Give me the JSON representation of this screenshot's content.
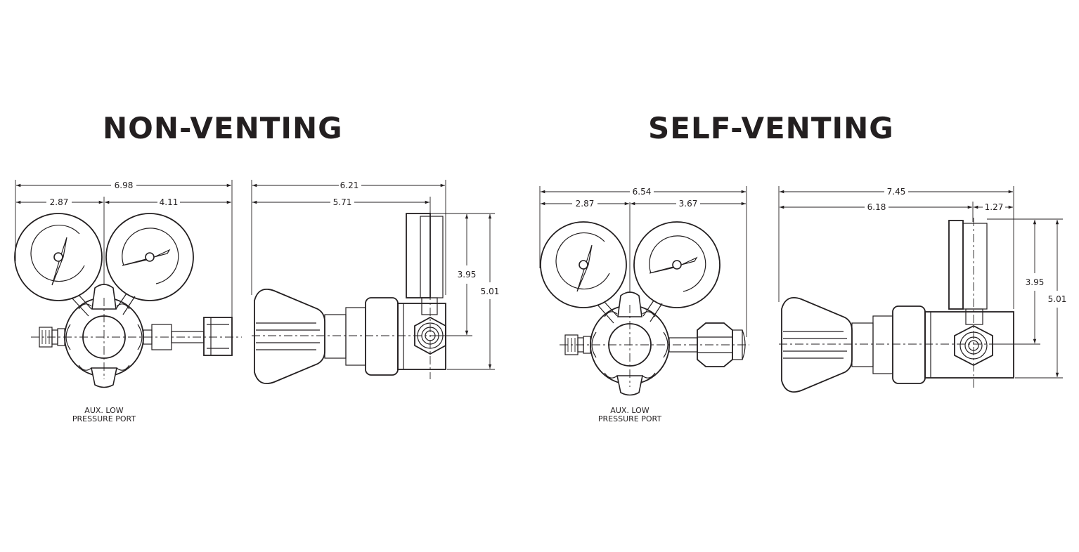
{
  "sections": [
    {
      "title": "NON-VENTING",
      "front": {
        "overall_width": "6.98",
        "left_width": "2.87",
        "right_width": "4.11",
        "note_line1": "AUX. LOW",
        "note_line2": "PRESSURE PORT"
      },
      "side": {
        "overall_width": "6.21",
        "partial_width": "5.71",
        "height_to_axis": "3.95",
        "overall_height": "5.01"
      }
    },
    {
      "title": "SELF-VENTING",
      "front": {
        "overall_width": "6.54",
        "left_width": "2.87",
        "right_width": "3.67",
        "note_line1": "AUX. LOW",
        "note_line2": "PRESSURE PORT"
      },
      "side": {
        "overall_width": "7.45",
        "partial_width": "6.18",
        "vent_width": "1.27",
        "height_to_axis": "3.95",
        "overall_height": "5.01"
      }
    }
  ],
  "colors": {
    "line": "#231f20",
    "background": "#ffffff"
  }
}
